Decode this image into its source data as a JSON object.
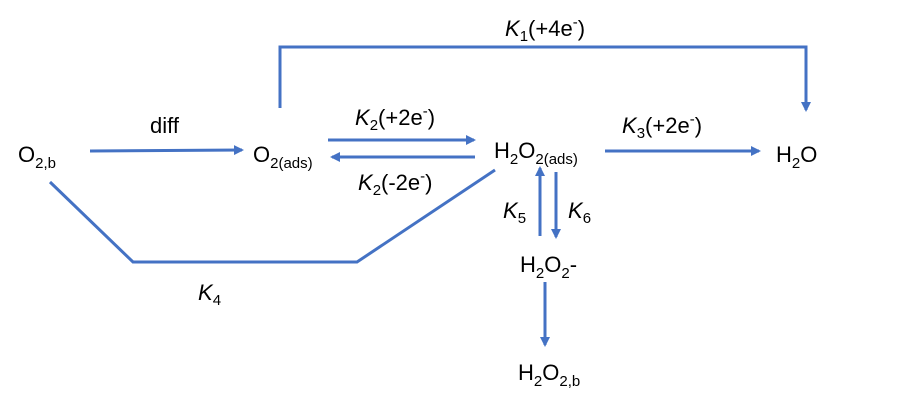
{
  "colors": {
    "arrow": "#4472C4"
  },
  "species": {
    "o2b": {
      "main": "O",
      "sub": "2,b"
    },
    "o2ads": {
      "main": "O",
      "sub": "2(ads)"
    },
    "h2o2ads": {
      "h": "H",
      "hsub": "2",
      "o": "O",
      "osub": "2(ads)"
    },
    "h2o": {
      "h": "H",
      "hsub": "2",
      "o": "O"
    },
    "h2o2minus": {
      "h": "H",
      "hsub": "2",
      "o": "O",
      "osub": "2",
      "tail": "-"
    },
    "h2o2b": {
      "h": "H",
      "hsub": "2",
      "o": "O",
      "osub": "2,b"
    }
  },
  "labels": {
    "diff": "diff",
    "k1": {
      "k": "K",
      "sub": "1",
      "rest": "(+4e",
      "sup": "-",
      "close": ")"
    },
    "k2f": {
      "k": "K",
      "sub": "2",
      "rest": "(+2e",
      "sup": "-",
      "close": ")"
    },
    "k2b": {
      "k": "K",
      "sub": "2",
      "rest": "(-2e",
      "sup": "-",
      "close": ")"
    },
    "k3": {
      "k": "K",
      "sub": "3",
      "rest": "(+2e",
      "sup": "-",
      "close": ")"
    },
    "k4": {
      "k": "K",
      "sub": "4"
    },
    "k5": {
      "k": "K",
      "sub": "5"
    },
    "k6": {
      "k": "K",
      "sub": "6"
    }
  }
}
